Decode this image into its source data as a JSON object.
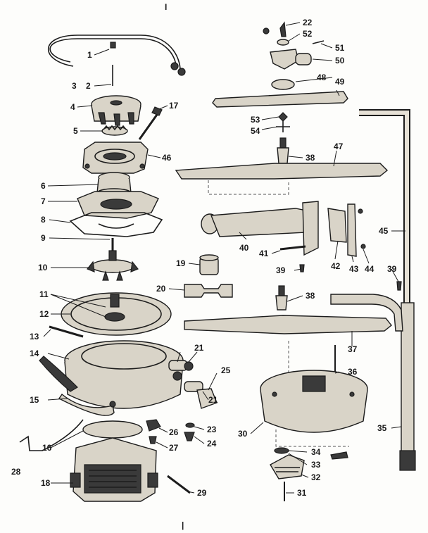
{
  "diagram": {
    "labels": [
      "1",
      "2",
      "3",
      "4",
      "5",
      "6",
      "7",
      "8",
      "9",
      "10",
      "11",
      "12",
      "13",
      "14",
      "15",
      "16",
      "17",
      "18",
      "19",
      "20",
      "21",
      "21",
      "22",
      "23",
      "24",
      "25",
      "26",
      "27",
      "28",
      "29",
      "30",
      "31",
      "32",
      "33",
      "34",
      "35",
      "36",
      "37",
      "38",
      "38",
      "39",
      "39",
      "40",
      "41",
      "42",
      "43",
      "44",
      "45",
      "46",
      "47",
      "48",
      "49",
      "50",
      "51",
      "52",
      "53",
      "54"
    ],
    "marks": [
      "I",
      "|"
    ]
  }
}
